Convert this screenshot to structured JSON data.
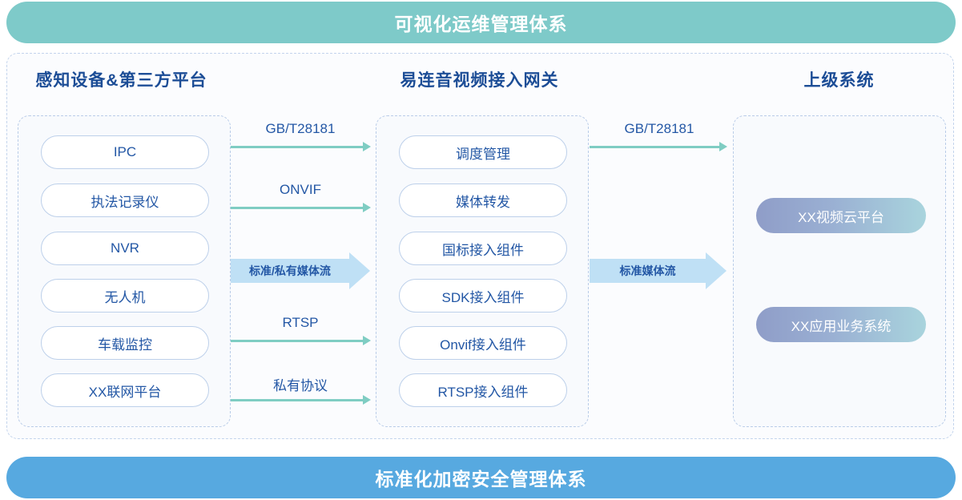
{
  "banners": {
    "top": "可视化运维管理体系",
    "bottom": "标准化加密安全管理体系",
    "top_color": "#7ecac9",
    "bottom_color": "#57a9e0"
  },
  "columns": {
    "left": {
      "title": "感知设备&第三方平台",
      "items": [
        {
          "label": "IPC"
        },
        {
          "label": "执法记录仪"
        },
        {
          "label": "NVR"
        },
        {
          "label": "无人机"
        },
        {
          "label": "车载监控"
        },
        {
          "label": "XX联网平台"
        }
      ]
    },
    "middle": {
      "title": "易连音视频接入网关",
      "items": [
        {
          "label": "调度管理"
        },
        {
          "label": "媒体转发"
        },
        {
          "label": "国标接入组件"
        },
        {
          "label": "SDK接入组件"
        },
        {
          "label": "Onvif接入组件"
        },
        {
          "label": "RTSP接入组件"
        }
      ]
    },
    "right": {
      "title": "上级系统",
      "items": [
        {
          "label": "XX视频云平台"
        },
        {
          "label": "XX应用业务系统"
        }
      ]
    }
  },
  "connectors": {
    "left_to_middle": [
      {
        "label": "GB/T28181",
        "style": "thin"
      },
      {
        "label": "ONVIF",
        "style": "thin"
      },
      {
        "label": "标准/私有媒体流",
        "style": "block"
      },
      {
        "label": "RTSP",
        "style": "thin"
      },
      {
        "label": "私有协议",
        "style": "thin"
      }
    ],
    "middle_to_right": [
      {
        "label": "GB/T28181",
        "style": "thin"
      },
      {
        "label": "标准媒体流",
        "style": "block"
      }
    ]
  },
  "palette": {
    "arrow_thin": "#7fcdc3",
    "arrow_block": "#bfe0f5",
    "pill_border": "#bdd0ea",
    "pill_text": "#2357a5",
    "title_text": "#1c4d96",
    "dash_border": "#b9cce8",
    "gradient_start": "#8f9dc8",
    "gradient_end": "#a9d4dd"
  }
}
